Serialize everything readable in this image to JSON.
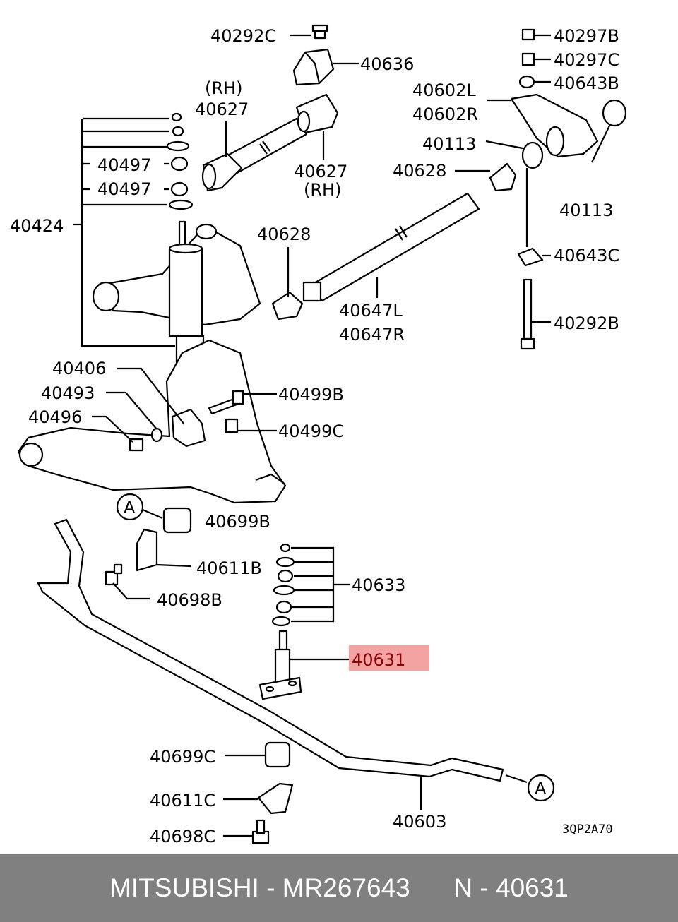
{
  "labels": {
    "l40292C": "40292C",
    "l40636": "40636",
    "lRH1": "(RH)",
    "l40627a": "40627",
    "l40627b": "40627",
    "lRH2": "(RH)",
    "l40297B": "40297B",
    "l40297C": "40297C",
    "l40643B": "40643B",
    "l40602L": "40602L",
    "l40602R": "40602R",
    "l40113a": "40113",
    "l40628a": "40628",
    "l40113b": "40113",
    "l40497a": "40497",
    "l40497b": "40497",
    "l40424": "40424",
    "l40628b": "40628",
    "l40643C": "40643C",
    "l40647L": "40647L",
    "l40647R": "40647R",
    "l40292B": "40292B",
    "l40406": "40406",
    "l40493": "40493",
    "l40496": "40496",
    "l40499B": "40499B",
    "l40499C": "40499C",
    "l40699B": "40699B",
    "l40611B": "40611B",
    "l40698B": "40698B",
    "l40633": "40633",
    "l40631": "40631",
    "l40699C": "40699C",
    "l40611C": "40611C",
    "l40698C": "40698C",
    "l40603": "40603",
    "calloutA1": "A",
    "calloutA2": "A",
    "diagramCode": "3QP2A70"
  },
  "highlight": {
    "part": "40631",
    "color": "#f4a3a3"
  },
  "footer": {
    "text": "MITSUBISHI - MR267643      N - 40631"
  }
}
